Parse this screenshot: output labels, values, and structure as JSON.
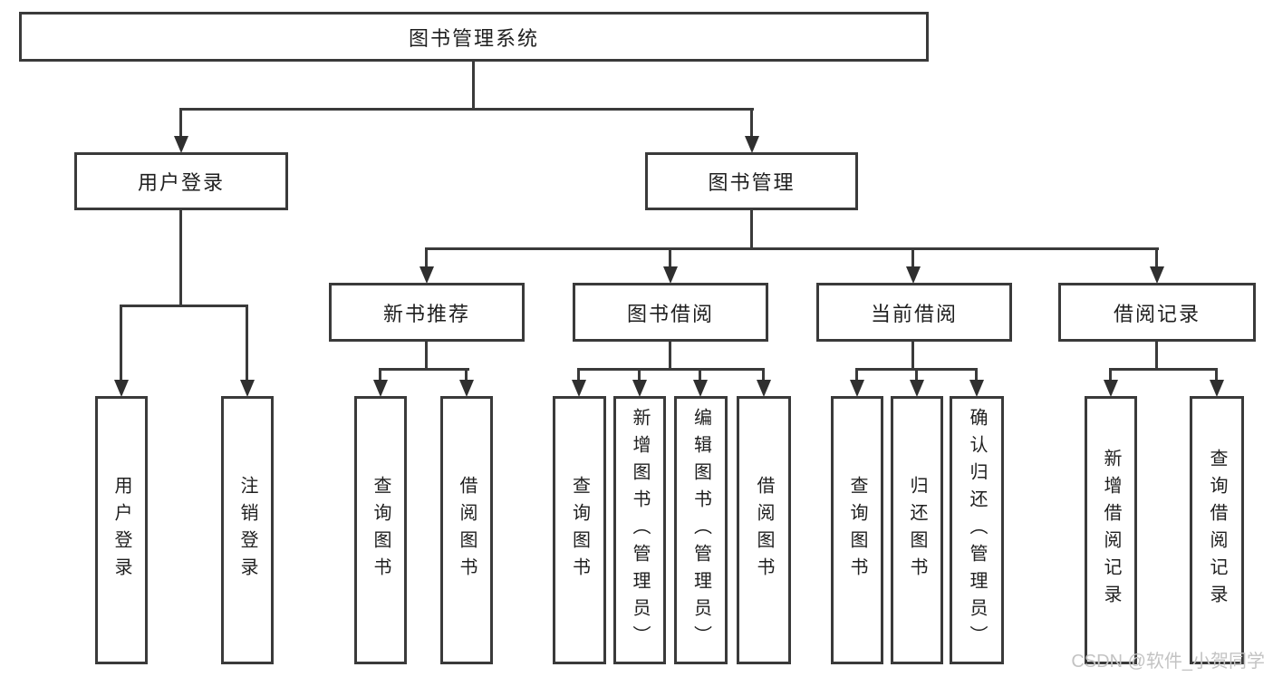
{
  "diagram": {
    "title": "图书管理系统",
    "level1": {
      "user_login": "用户登录",
      "book_mgmt": "图书管理"
    },
    "level2": {
      "new_book": "新书推荐",
      "book_borrow": "图书借阅",
      "current_borrow": "当前借阅",
      "borrow_record": "借阅记录"
    },
    "children": {
      "user_login": [
        "用户登录",
        "注销登录"
      ],
      "new_book": [
        "查询图书",
        "借阅图书"
      ],
      "book_borrow": [
        "查询图书",
        "新增图书（管理员）",
        "编辑图书（管理员）",
        "借阅图书"
      ],
      "current_borrow": [
        "查询图书",
        "归还图书",
        "确认归还（管理员）"
      ],
      "borrow_record": [
        "新增借阅记录",
        "查询借阅记录"
      ]
    },
    "colors": {
      "line": "#3a3a3a",
      "box_border": "#3a3a3a",
      "text": "#1f1f1f",
      "background": "#ffffff",
      "watermark": "#c3c3c3"
    }
  },
  "watermark": {
    "text": "CSDN @软件_小贺同学"
  }
}
